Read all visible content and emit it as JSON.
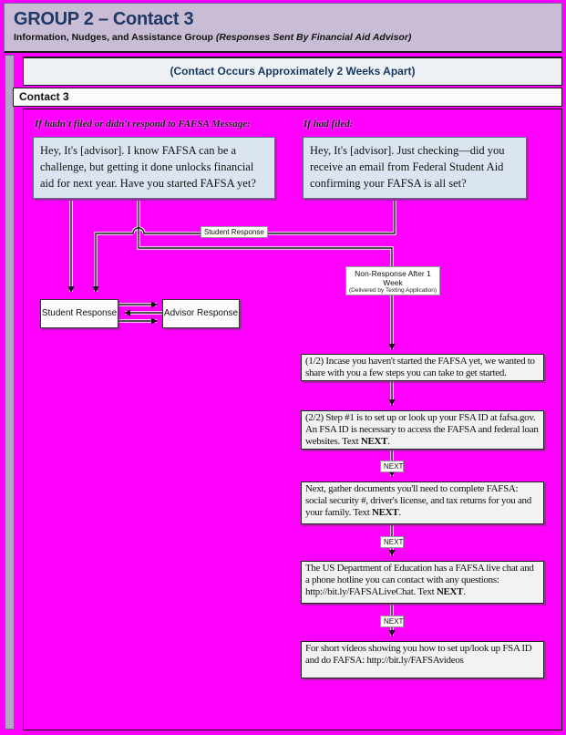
{
  "header": {
    "title": "GROUP 2 – Contact 3",
    "subtitle": "Information, Nudges, and Assistance Group ",
    "subtitle_italic": "(Responses Sent By Financial Aid Advisor)"
  },
  "bands": {
    "contact_gap": "(Contact Occurs Approximately 2 Weeks Apart)",
    "contact_label": "Contact 3"
  },
  "flow": {
    "branch_left_caption": "If hadn't filed or didn't respond to FAFSA Message:",
    "branch_right_caption": "If had filed:",
    "message_left": "Hey, It's [advisor]. I know FAFSA can be a challenge, but getting it done unlocks financial aid for next year. Have you started FAFSA yet?",
    "message_right": "Hey, It's [advisor]. Just checking—did you receive an email from Federal Student Aid confirming your FAFSA is all set?",
    "student_response_line_label": "Student Response",
    "non_response_line1": "Non-Response After 1 Week",
    "non_response_line2": "(Delivered by Texting Application)",
    "student_response_box": "Student Response",
    "advisor_response_box": "Advisor Response",
    "next_label": "NEXT",
    "steps": [
      {
        "text": "(1/2) Incase you haven't started the FAFSA yet, we wanted to share with you a few steps you can take to get started.",
        "bold": "",
        "tail": ""
      },
      {
        "text": "(2/2) Step #1 is to set up or look up your FSA ID at fafsa.gov. An FSA ID is necessary to access the FAFSA and federal loan websites. Text ",
        "bold": "NEXT",
        "tail": "."
      },
      {
        "text": "Next, gather documents you'll need to complete FAFSA: social security #, driver's license, and tax returns for you and your family. Text ",
        "bold": "NEXT",
        "tail": "."
      },
      {
        "text": "The US Department of Education has a FAFSA live chat and a phone hotline you can contact with any questions: http://bit.ly/FAFSALiveChat. Text ",
        "bold": "NEXT",
        "tail": "."
      },
      {
        "text": "For short videos showing you how to set up/look up FSA ID and do FAFSA: http://bit.ly/FAFSAvideos",
        "bold": "",
        "tail": ""
      }
    ]
  },
  "colors": {
    "canvas_magenta": "#ff00ff",
    "header_lavender": "#c9bdd6",
    "title_navy": "#1f3864",
    "message_blue": "#dbe5f1",
    "step_gray": "#f2f2f2"
  }
}
